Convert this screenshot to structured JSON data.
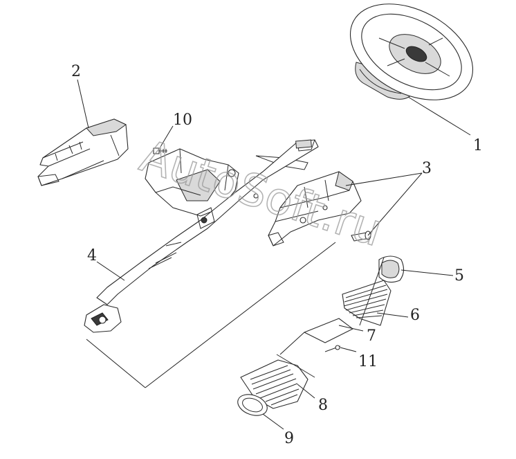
{
  "callouts": {
    "c1": "1",
    "c2": "2",
    "c3": "3",
    "c4": "4",
    "c5": "5",
    "c6": "6",
    "c7": "7",
    "c8": "8",
    "c9": "9",
    "c10": "10",
    "c11": "11"
  },
  "watermark": "AutoSoft.ru",
  "colors": {
    "line": "#222222",
    "shade": "#d9d9d9",
    "watermark": "#9a9a9a"
  }
}
